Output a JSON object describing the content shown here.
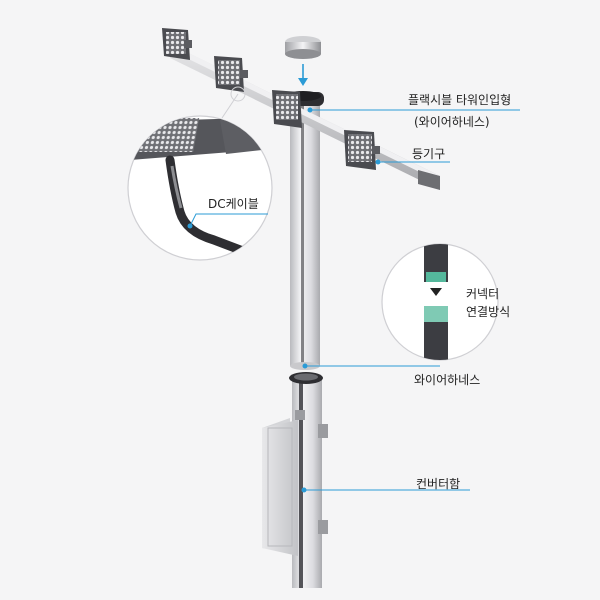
{
  "callouts": {
    "flexible_tower": {
      "line1": "플랙시블 타워인입형",
      "line2": "(와이어하네스)"
    },
    "lamp": "등기구",
    "dc_cable": "DC케이블",
    "connector": {
      "line1": "커넥터",
      "line2": "연결방식"
    },
    "wire_harness": "와이어하네스",
    "converter_box": "컨버터함"
  },
  "colors": {
    "leader_line": "#2b9bd6",
    "pole": "#d9d9dc",
    "arm": "#c9cacd",
    "dark": "#3c3c40",
    "bubble_border": "#cfcfd3"
  }
}
